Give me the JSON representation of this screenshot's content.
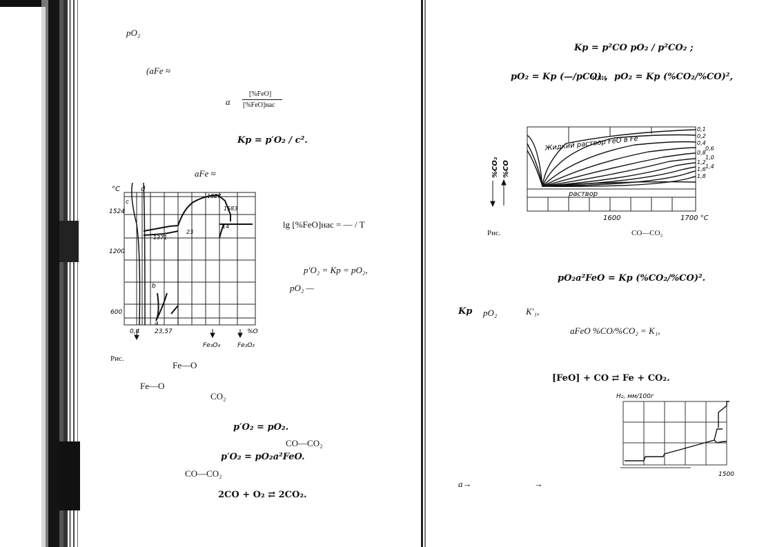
{
  "left_page": {
    "f1": "pO₂",
    "f2": "(aFe ≈",
    "f3_a": "a",
    "f3_num": "[%FeO]",
    "f3_den": "[%FeO]нас",
    "f4": "Kp = p′O₂ / c².",
    "f5": "aFe ≈",
    "f6": "lg [%FeO]нас = — / T",
    "f7": "p′O₂ = Kp = pO₂,",
    "f8": "pO₂ —",
    "caption_ris": "Рис.",
    "caption_sys": "Fe—O",
    "t1": "Fe—O",
    "t2": "CO₂",
    "f9": "p′O₂ = pO₂.",
    "f10": "CO—CO₂",
    "f11": "p′O₂ = pO₂a²FeO.",
    "f12": "CO—CO₂",
    "f13": "2CO + O₂ ⇄ 2CO₂."
  },
  "right_page": {
    "g1": "Kp = p²CO pO₂ / p²CO₂ ;",
    "g2": "pO₂ = Kp (—/pCO) ,",
    "g3": "или",
    "g4": "pO₂ = Kp (%CO₂/%CO)²,",
    "caption_ris": "Рис.",
    "caption_sys": "CO—CO₂",
    "g5": "pO₂a²FeO = Kp (%CO₂/%CO)².",
    "g6a": "Kp",
    "g6b": "pO₂",
    "g6c": "K′₁,",
    "g7": "aFeO %CO/%CO₂ = K₁,",
    "g8": "[FeO] + CO ⇄ Fe + CO₂.",
    "g9": "a→",
    "g10": "→"
  },
  "chart_data": [
    {
      "type": "line",
      "title": "",
      "ylabel": "°C",
      "yticks": [
        "1524",
        "1200",
        "600"
      ],
      "xticks": [
        "0,4",
        "23,57"
      ],
      "xlabel": "%O",
      "annotations": [
        "d",
        "c",
        "1527",
        "1583",
        "1371",
        "23",
        "14",
        "a",
        "b",
        "Fe₃O₄",
        "Fe₂O₃"
      ]
    },
    {
      "type": "line",
      "title": "",
      "ylabel_left": "%CO₂",
      "ylabel_right": "%CO",
      "xticks": [
        "1600",
        "1700 °C"
      ],
      "region_labels": [
        "Жидкий раствор FeO в Fe",
        "раствор"
      ],
      "series": [
        {
          "name": "0,1"
        },
        {
          "name": "0,2"
        },
        {
          "name": "0,4"
        },
        {
          "name": "0,6"
        },
        {
          "name": "0,8"
        },
        {
          "name": "1,0"
        },
        {
          "name": "1,2"
        },
        {
          "name": "1,4"
        },
        {
          "name": "1,6"
        },
        {
          "name": "1,8"
        }
      ]
    },
    {
      "type": "line",
      "title": "",
      "ylabel": "H₂, мм/100г",
      "xticks": [
        "1500"
      ]
    }
  ]
}
